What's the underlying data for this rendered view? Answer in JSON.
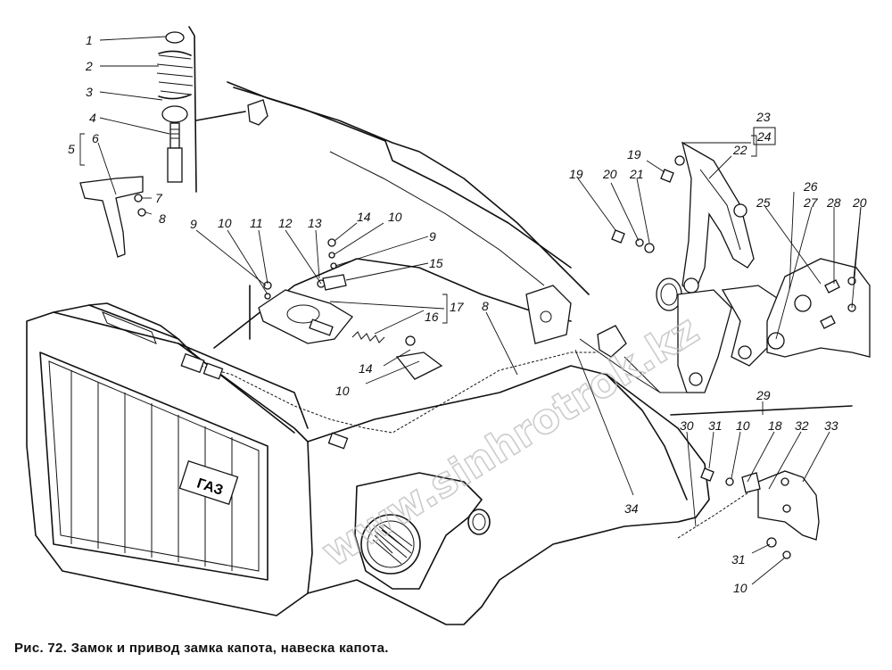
{
  "caption": "Рис. 72. Замок и привод замка капота, навеска капота.",
  "watermark": "www.sinhrotrok.kz",
  "grille_badge": "ГАЗ",
  "callouts": [
    {
      "id": "c1",
      "text": "1"
    },
    {
      "id": "c2",
      "text": "2"
    },
    {
      "id": "c3",
      "text": "3"
    },
    {
      "id": "c4",
      "text": "4"
    },
    {
      "id": "c5",
      "text": "5"
    },
    {
      "id": "c6",
      "text": "6"
    },
    {
      "id": "c7",
      "text": "7"
    },
    {
      "id": "c8",
      "text": "8"
    },
    {
      "id": "c9a",
      "text": "9"
    },
    {
      "id": "c10a",
      "text": "10"
    },
    {
      "id": "c11",
      "text": "11"
    },
    {
      "id": "c12",
      "text": "12"
    },
    {
      "id": "c13",
      "text": "13"
    },
    {
      "id": "c14a",
      "text": "14"
    },
    {
      "id": "c10b",
      "text": "10"
    },
    {
      "id": "c9b",
      "text": "9"
    },
    {
      "id": "c15",
      "text": "15"
    },
    {
      "id": "c16",
      "text": "16"
    },
    {
      "id": "c17",
      "text": "17"
    },
    {
      "id": "c8b",
      "text": "8"
    },
    {
      "id": "c14b",
      "text": "14"
    },
    {
      "id": "c10c",
      "text": "10"
    },
    {
      "id": "c19a",
      "text": "19"
    },
    {
      "id": "c20a",
      "text": "20"
    },
    {
      "id": "c21",
      "text": "21"
    },
    {
      "id": "c19b",
      "text": "19"
    },
    {
      "id": "c22",
      "text": "22"
    },
    {
      "id": "c23",
      "text": "23"
    },
    {
      "id": "c24",
      "text": "24"
    },
    {
      "id": "c25",
      "text": "25"
    },
    {
      "id": "c26",
      "text": "26"
    },
    {
      "id": "c27",
      "text": "27"
    },
    {
      "id": "c28",
      "text": "28"
    },
    {
      "id": "c20b",
      "text": "20"
    },
    {
      "id": "c29",
      "text": "29"
    },
    {
      "id": "c30",
      "text": "30"
    },
    {
      "id": "c31a",
      "text": "31"
    },
    {
      "id": "c10d",
      "text": "10"
    },
    {
      "id": "c18",
      "text": "18"
    },
    {
      "id": "c32",
      "text": "32"
    },
    {
      "id": "c33",
      "text": "33"
    },
    {
      "id": "c34",
      "text": "34"
    },
    {
      "id": "c31b",
      "text": "31"
    },
    {
      "id": "c10e",
      "text": "10"
    }
  ]
}
